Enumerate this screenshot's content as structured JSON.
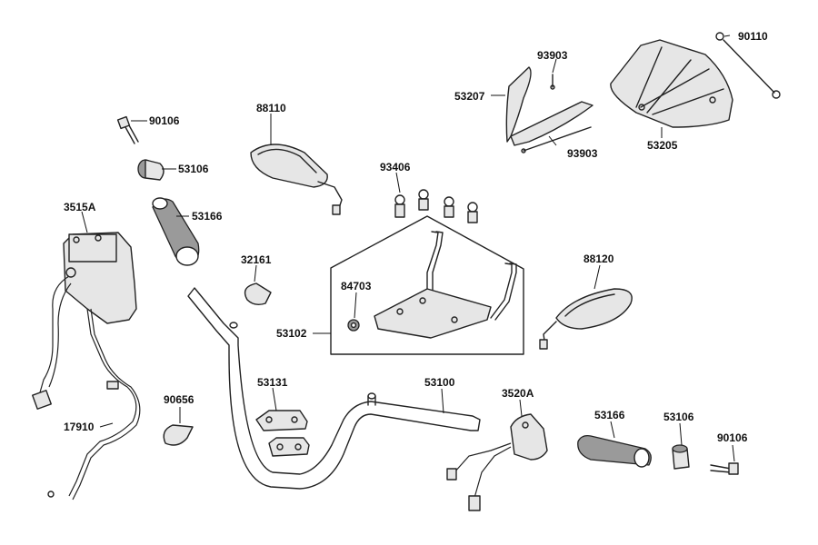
{
  "parts": {
    "p90110": "90110",
    "p93903a": "93903",
    "p53207": "53207",
    "p93903b": "93903",
    "p53205": "53205",
    "p90106a": "90106",
    "p88110": "88110",
    "p53106a": "53106",
    "p93406": "93406",
    "p3515A": "3515A",
    "p53166a": "53166",
    "p32161": "32161",
    "p84703": "84703",
    "p88120": "88120",
    "p53102": "53102",
    "p17910": "17910",
    "p53131": "53131",
    "p53100": "53100",
    "p3520A": "3520A",
    "p90656": "90656",
    "p53166b": "53166",
    "p53106b": "53106",
    "p90106b": "90106"
  }
}
